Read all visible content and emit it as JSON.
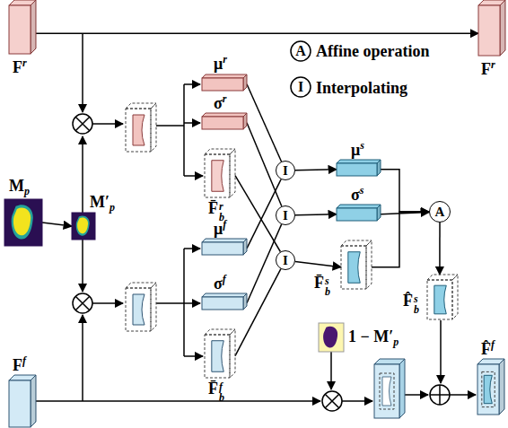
{
  "diagram": {
    "nodes": [
      {
        "text": [
          "F",
          "r"
        ]
      },
      {
        "text": [
          "F",
          "r"
        ]
      },
      {
        "text": [
          "M",
          "p"
        ]
      },
      {
        "text": [
          "M′",
          "p"
        ]
      },
      {
        "text": [
          "μ",
          "r"
        ]
      },
      {
        "text": [
          "σ",
          "r"
        ]
      },
      {
        "text": [
          "F̄",
          "b",
          "r"
        ]
      },
      {
        "text": [
          "μ",
          "f"
        ]
      },
      {
        "text": [
          "σ",
          "f"
        ]
      },
      {
        "text": [
          "F̄",
          "b",
          "f"
        ]
      },
      {
        "text": [
          "I"
        ]
      },
      {
        "text": [
          "I"
        ]
      },
      {
        "text": [
          "I"
        ]
      },
      {
        "text": [
          "μ",
          "s"
        ]
      },
      {
        "text": [
          "σ",
          "s"
        ]
      },
      {
        "text": [
          "F̄",
          "b",
          "s"
        ]
      },
      {
        "text": [
          "A"
        ]
      },
      {
        "text": [
          "F̂",
          "b",
          "s"
        ]
      },
      {
        "text": [
          "1 − M′",
          "p"
        ]
      },
      {
        "text": [
          "F",
          "f"
        ]
      },
      {
        "text": [
          "F̂",
          "f"
        ]
      }
    ],
    "edges": [
      {
        "from": 0,
        "to": 1,
        "arrow": "to"
      },
      {
        "from": 2,
        "to": 3,
        "arrow": "to"
      },
      {
        "from": 4,
        "to": 10,
        "arrow": "none"
      },
      {
        "from": 5,
        "to": 11,
        "arrow": "none"
      },
      {
        "from": 6,
        "to": 12,
        "arrow": "none"
      },
      {
        "from": 7,
        "to": 10,
        "arrow": "none"
      },
      {
        "from": 8,
        "to": 11,
        "arrow": "none"
      },
      {
        "from": 9,
        "to": 12,
        "arrow": "none"
      },
      {
        "from": 10,
        "to": 13,
        "arrow": "to"
      },
      {
        "from": 11,
        "to": 14,
        "arrow": "to"
      },
      {
        "from": 12,
        "to": 15,
        "arrow": "to"
      },
      {
        "from": 13,
        "to": 16,
        "arrow": "to"
      },
      {
        "from": 14,
        "to": 16,
        "arrow": "to"
      },
      {
        "from": 15,
        "to": 16,
        "arrow": "to"
      },
      {
        "from": 16,
        "to": 17,
        "arrow": "to"
      }
    ],
    "labels": [
      "A",
      "I"
    ],
    "legend": [
      {
        "text": "Affine operation"
      },
      {
        "text": "Interpolating"
      }
    ]
  }
}
